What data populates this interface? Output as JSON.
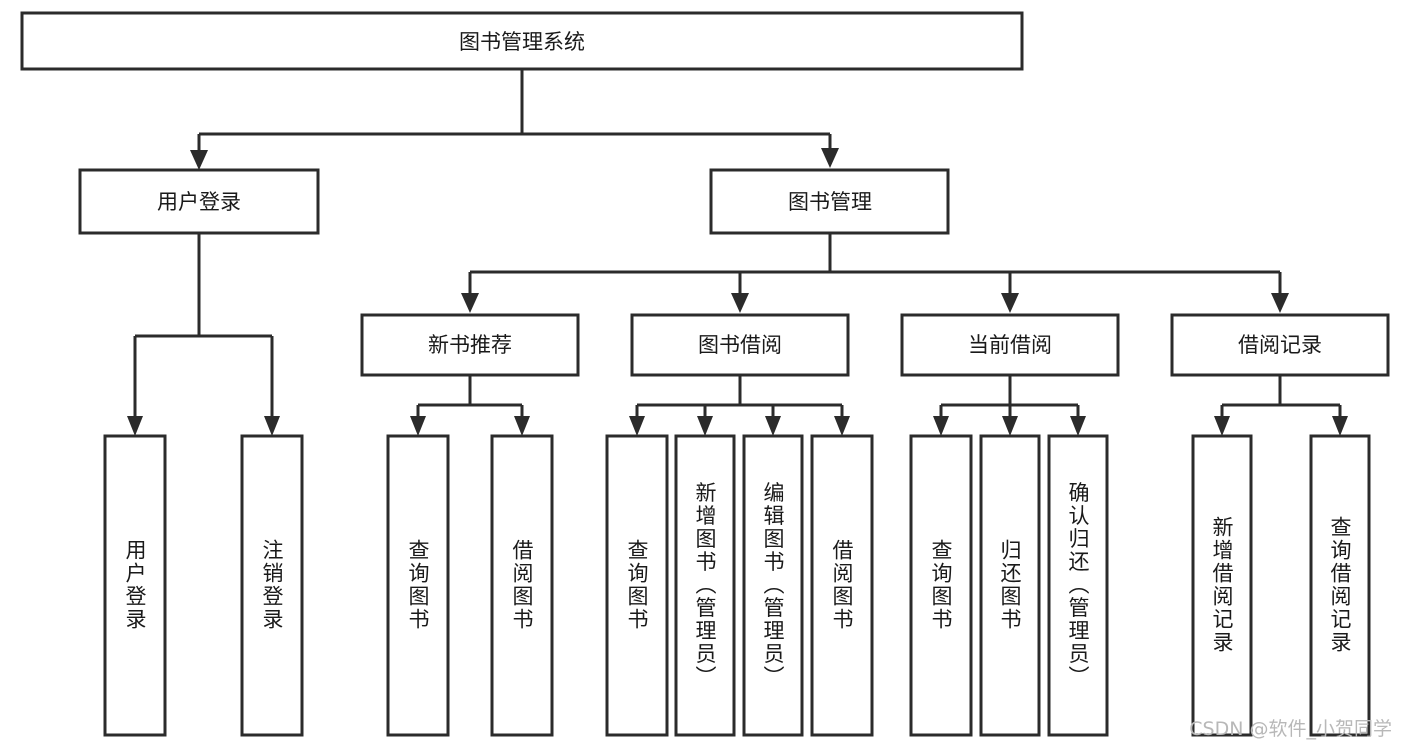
{
  "diagram": {
    "type": "tree-hierarchy-chart",
    "title": "图书管理系统",
    "orientation": "top-down",
    "colors": {
      "background": "#ffffff",
      "box_fill": "#ffffff",
      "box_stroke": "#2b2b2b",
      "connector": "#2b2b2b",
      "text": "#1a1a1a",
      "watermark": "#b8b8b8"
    },
    "root": {
      "label": "图书管理系统",
      "name": "node-root-library-management-system"
    },
    "level1": [
      {
        "label": "用户登录",
        "name": "node-user-login"
      },
      {
        "label": "图书管理",
        "name": "node-book-management"
      }
    ],
    "level2": [
      {
        "label": "新书推荐",
        "name": "node-new-book-recommendation"
      },
      {
        "label": "图书借阅",
        "name": "node-book-borrowing"
      },
      {
        "label": "当前借阅",
        "name": "node-current-borrowing"
      },
      {
        "label": "借阅记录",
        "name": "node-borrow-records"
      }
    ],
    "leaves": {
      "user_login": [
        {
          "label": "用户登录",
          "name": "leaf-user-login"
        },
        {
          "label": "注销登录",
          "name": "leaf-logout"
        }
      ],
      "new_book_recommendation": [
        {
          "label": "查询图书",
          "name": "leaf-query-books-recommend"
        },
        {
          "label": "借阅图书",
          "name": "leaf-borrow-books-recommend"
        }
      ],
      "book_borrowing": [
        {
          "label": "查询图书",
          "name": "leaf-query-books-borrow"
        },
        {
          "label": "新增图书（管理员）",
          "name": "leaf-add-book-admin"
        },
        {
          "label": "编辑图书（管理员）",
          "name": "leaf-edit-book-admin"
        },
        {
          "label": "借阅图书",
          "name": "leaf-borrow-books"
        }
      ],
      "current_borrowing": [
        {
          "label": "查询图书",
          "name": "leaf-query-books-current"
        },
        {
          "label": "归还图书",
          "name": "leaf-return-books"
        },
        {
          "label": "确认归还（管理员）",
          "name": "leaf-confirm-return-admin"
        }
      ],
      "borrow_records": [
        {
          "label": "新增借阅记录",
          "name": "leaf-add-borrow-record"
        },
        {
          "label": "查询借阅记录",
          "name": "leaf-query-borrow-record"
        }
      ]
    },
    "watermark": "CSDN @软件_小贺同学"
  }
}
